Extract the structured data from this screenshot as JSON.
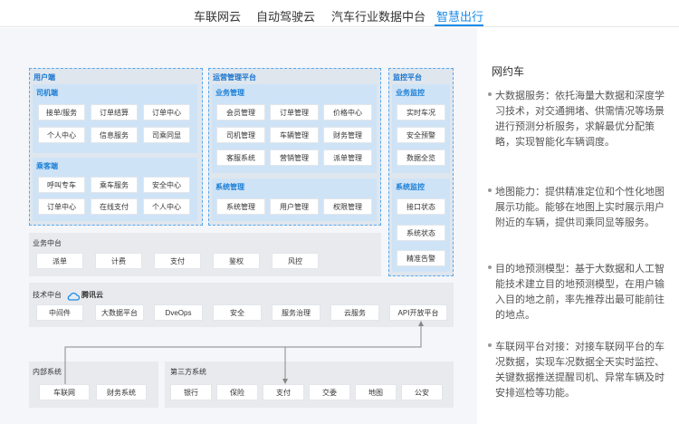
{
  "tabs": [
    {
      "label": "车联网云",
      "active": false
    },
    {
      "label": "自动驾驶云",
      "active": false
    },
    {
      "label": "汽车行业数据中台",
      "active": false
    },
    {
      "label": "智慧出行",
      "active": true
    }
  ],
  "colors": {
    "accent": "#1a8ae8",
    "section_bg": "#dfe6ee",
    "inner_bg": "#cfe3f6",
    "dashed_border": "#57a7ee"
  },
  "diagram": {
    "user_end": {
      "title": "用户端",
      "driver": {
        "title": "司机端",
        "items": [
          "接单/服务",
          "订单结算",
          "订单中心",
          "个人中心",
          "信息服务",
          "司乘同显"
        ]
      },
      "passenger": {
        "title": "乘客端",
        "items": [
          "呼叫专车",
          "乘车服务",
          "安全中心",
          "订单中心",
          "在线支付",
          "个人中心"
        ]
      }
    },
    "ops": {
      "title": "运营管理平台",
      "business": {
        "title": "业务管理",
        "items": [
          "会员管理",
          "订单管理",
          "价格中心",
          "司机管理",
          "车辆管理",
          "财务管理",
          "客服系统",
          "营销管理",
          "派单管理"
        ]
      },
      "system": {
        "title": "系统管理",
        "items": [
          "系统管理",
          "用户管理",
          "权限管理"
        ]
      }
    },
    "monitor": {
      "title": "监控平台",
      "business": {
        "title": "业务监控",
        "items": [
          "实时车况",
          "安全预警",
          "数据全览"
        ]
      },
      "system": {
        "title": "系统监控",
        "items": [
          "接口状态",
          "系统状态",
          "精准告警"
        ]
      }
    },
    "business_mid": {
      "title": "业务中台",
      "items": [
        "派单",
        "计费",
        "支付",
        "鉴权",
        "风控"
      ]
    },
    "tech_mid": {
      "title": "技术中台",
      "brand": "腾讯云",
      "brand_icon": "cloud-icon",
      "items": [
        "中间件",
        "大数据平台",
        "DveOps",
        "安全",
        "服务治理",
        "云服务",
        "API开放平台"
      ]
    },
    "internal": {
      "title": "内部系统",
      "items": [
        "车联网",
        "财务系统"
      ]
    },
    "third_party": {
      "title": "第三方系统",
      "items": [
        "银行",
        "保险",
        "支付",
        "交委",
        "地图",
        "公安"
      ]
    }
  },
  "right_panel": {
    "title": "网约车",
    "bullets": [
      "大数据服务：依托海量大数据和深度学习技术，对交通拥堵、供需情况等场景进行预测分析服务，求解最优分配策略，实现智能化车辆调度。",
      "地图能力：提供精准定位和个性化地图展示功能。能够在地图上实时展示用户附近的车辆，提供司乘同显等服务。",
      "目的地预测模型：基于大数据和人工智能技术建立目的地预测模型，在用户输入目的地之前，率先推荐出最可能前往的地点。",
      "车联网平台对接：对接车联网平台的车况数据，实现车况数据全天实时监控、关键数据推送提醒司机、异常车辆及时安排巡检等功能。"
    ]
  }
}
